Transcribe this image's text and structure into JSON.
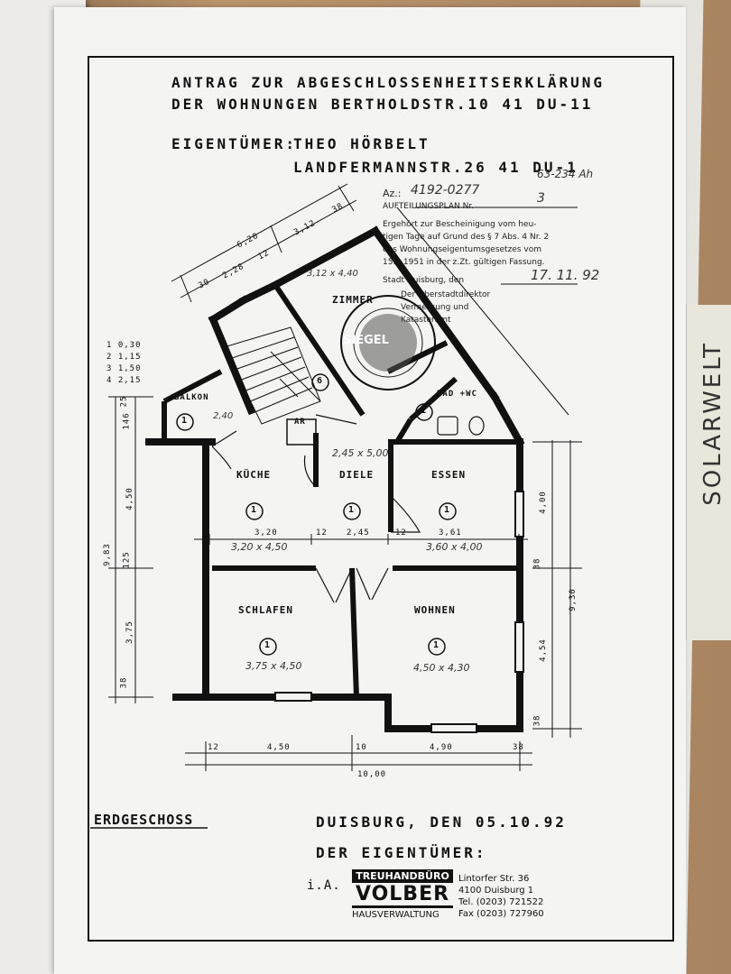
{
  "header": {
    "line1": "ANTRAG ZUR ABGESCHLOSSENHEITSERKLÄRUNG",
    "line2": "DER WOHNUNGEN BERTHOLDSTR.10  41 DU-11",
    "owner_label": "EIGENTÜMER:",
    "owner_name": "THEO HÖRBELT",
    "owner_address": "LANDFERMANNSTR.26  41 DU-1",
    "handwritten_ref": "63-234 Ah"
  },
  "stamp": {
    "az_label": "Az.:",
    "az_value": "4192-0277",
    "plan_label": "AUFTEILUNGSPLAN Nr.",
    "plan_value": "3",
    "text_lines": [
      "Ergehört zur Bescheinigung vom heu-",
      "tigen Tage auf Grund des § 7 Abs. 4 Nr. 2",
      "des Wohnungseigentumsgesetzes vom",
      "15.3.1951 in der z.Zt. gültigen Fassung.",
      "Stadt Duisburg, den",
      "Der Oberstadtdirektor",
      "Vermessung und",
      "Katasteramt"
    ],
    "date": "17. 11. 92",
    "seal_text": "SIEGEL"
  },
  "rooms": [
    {
      "name": "ZIMMER",
      "number": "6",
      "size": "3,12 x 4,40"
    },
    {
      "name": "BALKON",
      "number": "1",
      "size": "2,40"
    },
    {
      "name": "BAD +WC",
      "number": "1",
      "size": ""
    },
    {
      "name": "AR",
      "number": "",
      "size": ""
    },
    {
      "name": "KÜCHE",
      "number": "1",
      "size": "3,20 x 4,50"
    },
    {
      "name": "DIELE",
      "number": "1",
      "size": "2,45 x 5,00"
    },
    {
      "name": "ESSEN",
      "number": "1",
      "size": "3,60 x 4,00"
    },
    {
      "name": "SCHLAFEN",
      "number": "1",
      "size": "3,75 x 4,50"
    },
    {
      "name": "WOHNEN",
      "number": "1",
      "size": "4,50 x 4,30"
    }
  ],
  "legend": [
    "1  0,30",
    "2  1,15",
    "3  1,50",
    "4  2,15"
  ],
  "dims": {
    "top_total": "6,20",
    "top_a": "3,12",
    "top_b": "38",
    "top_c": "2,28",
    "top_d": "12",
    "top_e": "30",
    "mid_1": "3,20",
    "mid_2": "12",
    "mid_3": "2,45",
    "mid_4": "12",
    "mid_5": "3,61",
    "bot_1": "12",
    "bot_2": "4,50",
    "bot_3": "10",
    "bot_4": "4,90",
    "bot_5": "38",
    "bot_total": "10,00",
    "left_total": "9,83",
    "left_1": "4,50",
    "left_2": "125",
    "left_3": "3,75",
    "left_4": "38",
    "left_5": "25",
    "left_6": "146",
    "right_total": "9,30",
    "right_1": "4,00",
    "right_2": "38",
    "right_3": "4,54",
    "right_4": "38"
  },
  "footer": {
    "floor": "ERDGESCHOSS",
    "place_date": "DUISBURG, DEN 05.10.92",
    "signer": "DER EIGENTÜMER:",
    "ia": "i.A.",
    "logo_top": "TREUHANDBÜRO",
    "logo_mid": "VOLBER",
    "logo_bot": "HAUSVERWALTUNG",
    "address": [
      "Lintorfer Str. 36",
      "4100 Duisburg 1",
      "Tel. (0203) 721522",
      "Fax (0203) 727960"
    ]
  },
  "side_label": "SOLARWELT"
}
